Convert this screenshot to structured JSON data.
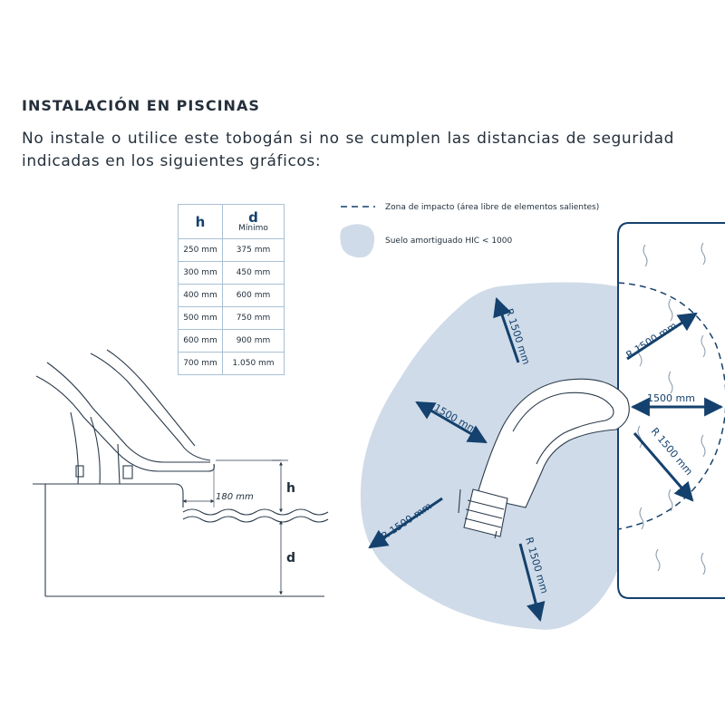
{
  "heading": "INSTALACIÓN EN PISCINAS",
  "intro": "No instale o utilice este tobogán si no se cumplen las distancias de seguridad indicadas en los siguientes gráficos:",
  "table": {
    "headers": {
      "h": "h",
      "d": "d",
      "d_sub": "Mínimo"
    },
    "rows": [
      [
        "250 mm",
        "375 mm"
      ],
      [
        "300 mm",
        "450 mm"
      ],
      [
        "400 mm",
        "600 mm"
      ],
      [
        "500 mm",
        "750 mm"
      ],
      [
        "600 mm",
        "900 mm"
      ],
      [
        "700 mm",
        "1.050 mm"
      ]
    ]
  },
  "side_view": {
    "offset_label": "180 mm",
    "h_label": "h",
    "d_label": "d"
  },
  "legend": {
    "impact_zone": "Zona de impacto (área libre de elementos salientes)",
    "soft_floor": "Suelo amortiguado HIC < 1000"
  },
  "plan_view": {
    "dimensions": [
      "R 1500 mm",
      "1500 mm",
      "R 1500 mm",
      "R 1500 mm",
      "R 1500 mm",
      "1500 mm",
      "R 1500 mm"
    ]
  },
  "colors": {
    "navy": "#14416d",
    "soft_floor": "#cfdbe8",
    "line": "#2b3b4b"
  }
}
